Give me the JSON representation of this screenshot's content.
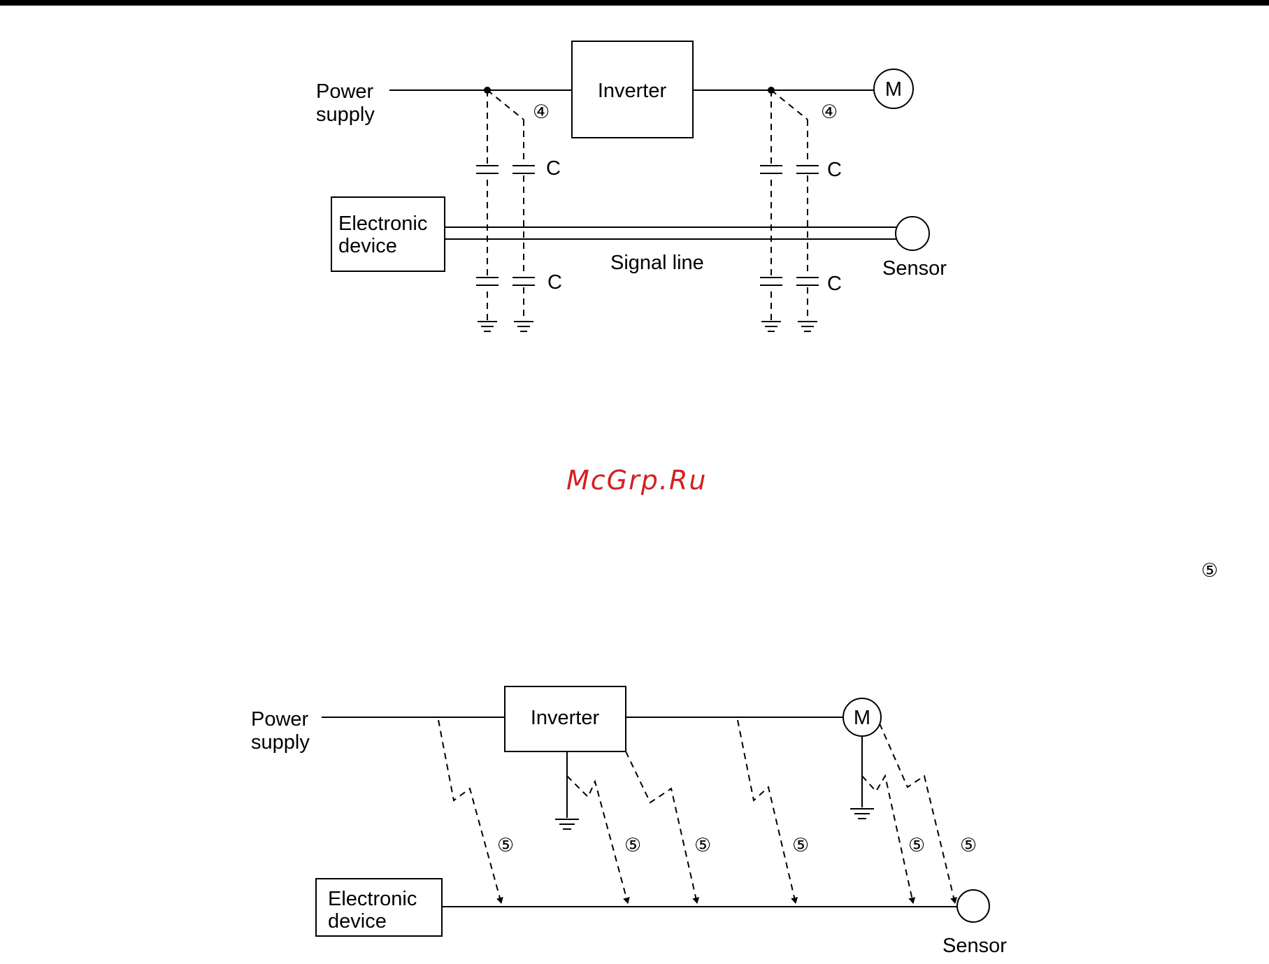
{
  "watermark": "McGrp.Ru",
  "margin_marker": "⑤",
  "diagram_top": {
    "power_supply_line1": "Power",
    "power_supply_line2": "supply",
    "inverter": "Inverter",
    "motor": "M",
    "path_marker": "④",
    "capacitor_label": "C",
    "electronic_device_line1": "Electronic",
    "electronic_device_line2": "device",
    "signal_line": "Signal line",
    "sensor": "Sensor"
  },
  "diagram_bottom": {
    "power_supply_line1": "Power",
    "power_supply_line2": "supply",
    "inverter": "Inverter",
    "motor": "M",
    "path_marker": "⑤",
    "electronic_device_line1": "Electronic",
    "electronic_device_line2": "device",
    "sensor": "Sensor"
  }
}
